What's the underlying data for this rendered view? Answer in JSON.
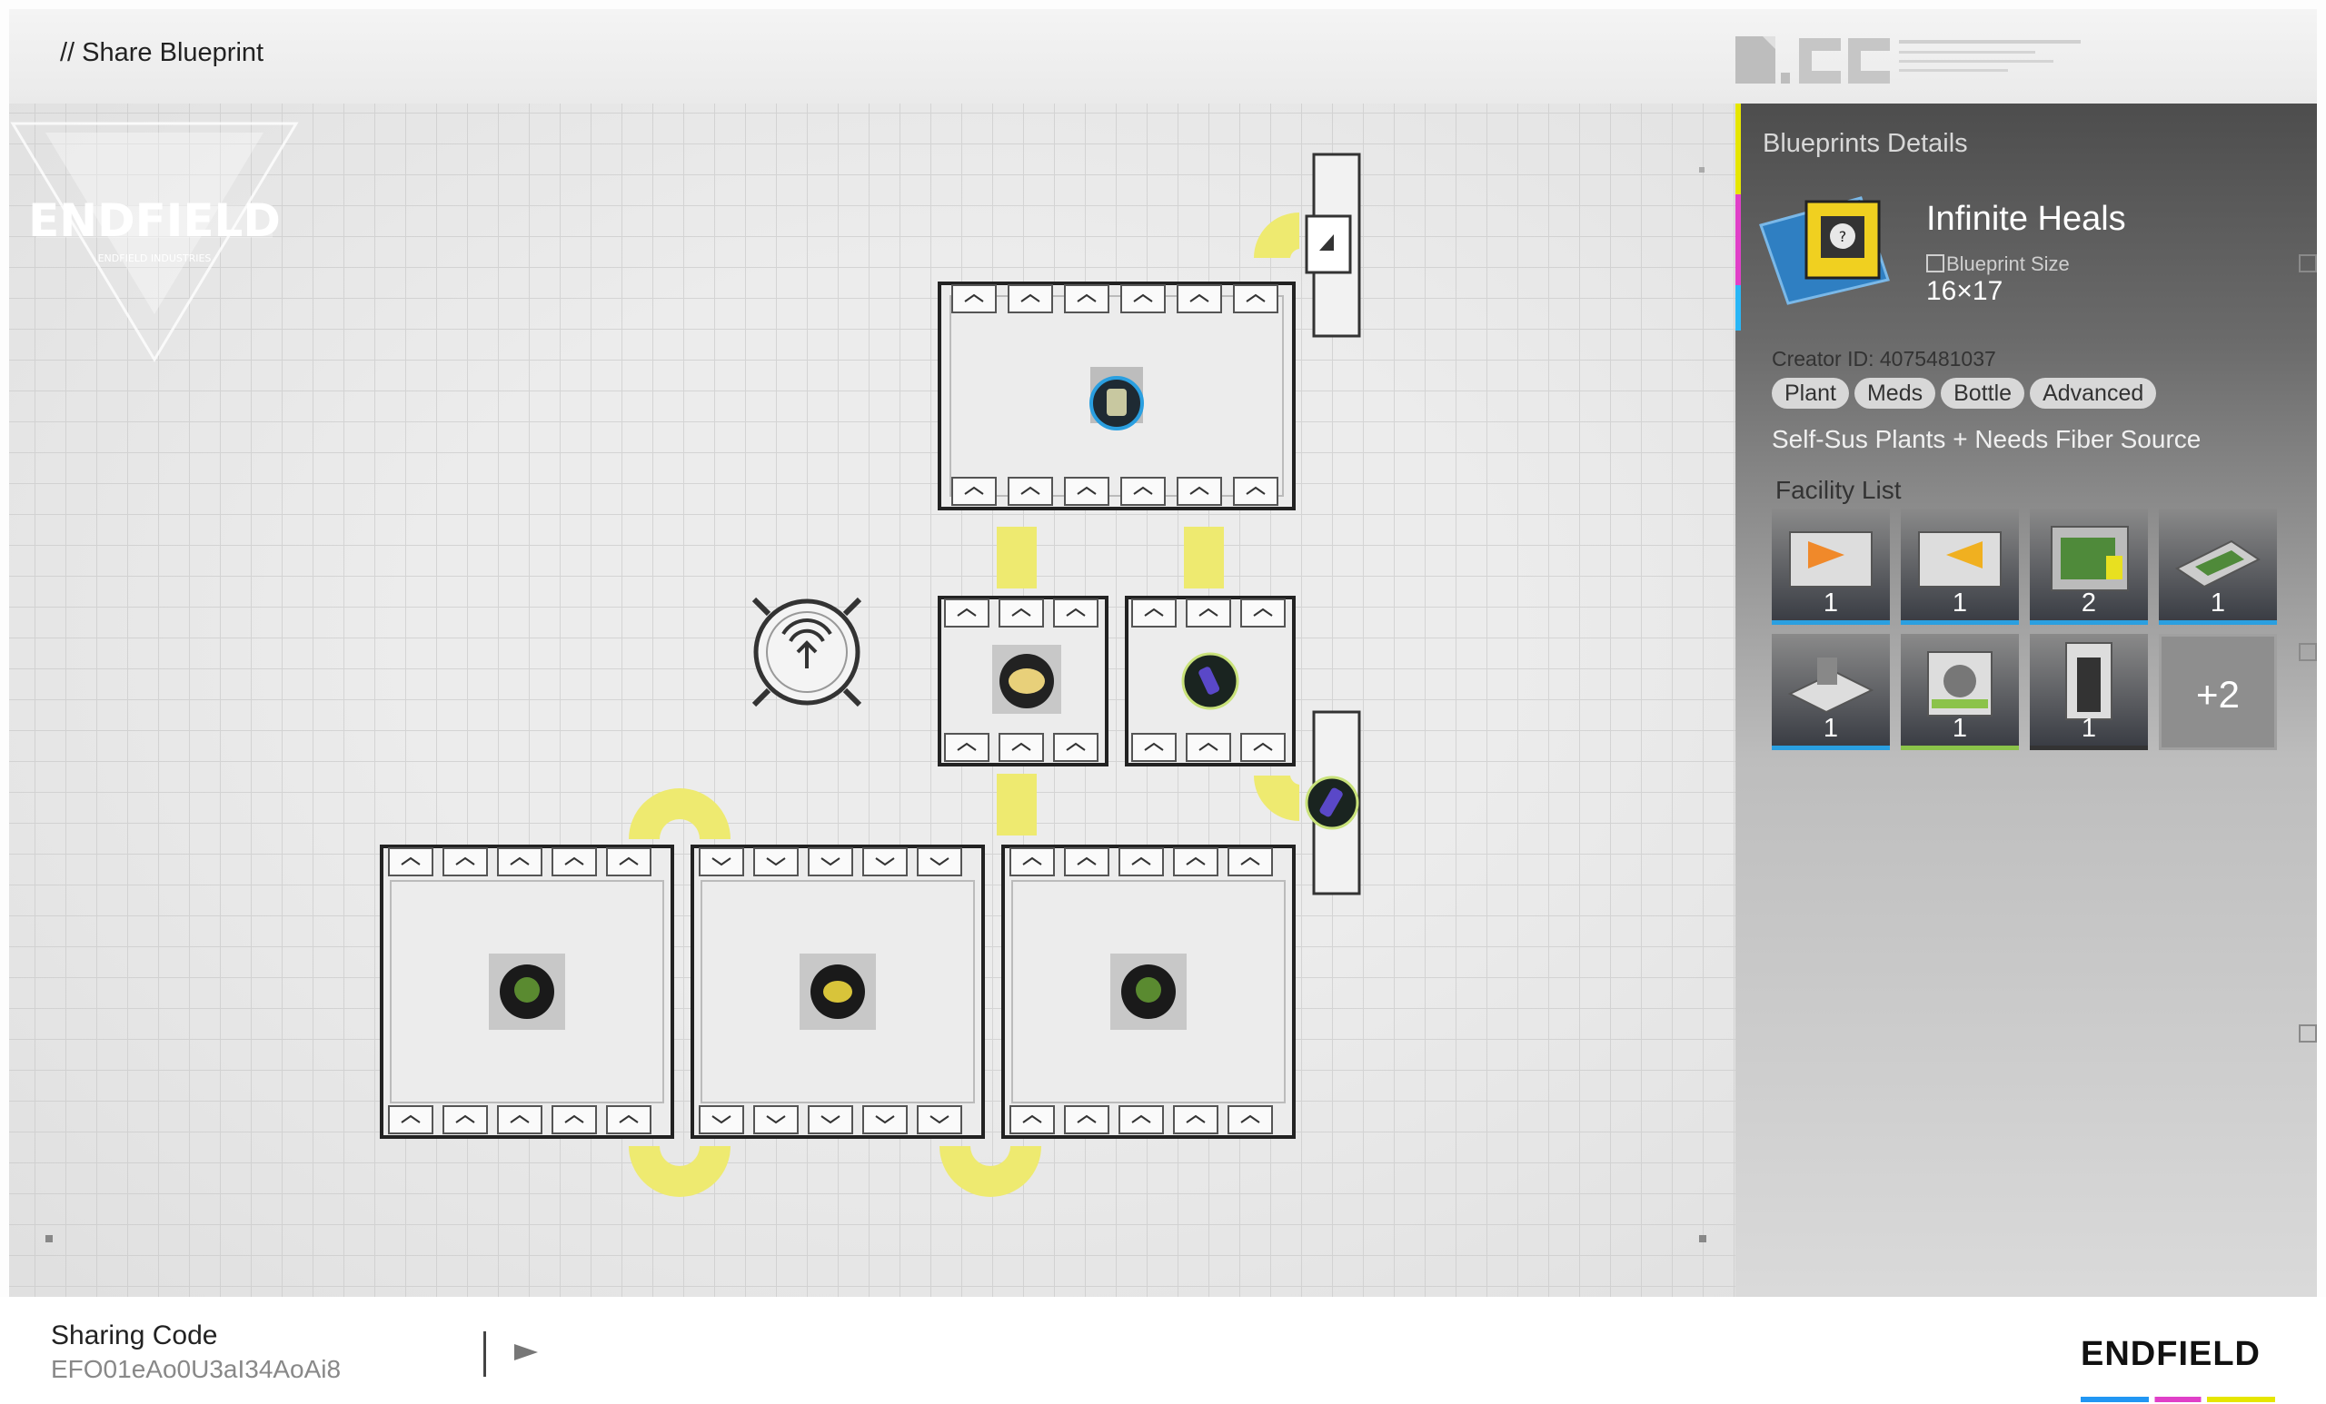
{
  "header": {
    "title": "// Share Blueprint"
  },
  "panel": {
    "heading": "Blueprints Details",
    "name": "Infinite Heals",
    "size_label": "Blueprint Size",
    "size": "16×17",
    "creator": "Creator ID: 4075481037",
    "tags": [
      "Plant",
      "Meds",
      "Bottle",
      "Advanced"
    ],
    "description": "Self-Sus Plants + Needs Fiber Source",
    "facility_title": "Facility List",
    "facilities": [
      {
        "icon": "refinery-orange-icon",
        "count": "1",
        "accent": "#2a9fe0"
      },
      {
        "icon": "refinery-orange-reverse-icon",
        "count": "1",
        "accent": "#2a9fe0"
      },
      {
        "icon": "planter-icon",
        "count": "2",
        "accent": "#2a9fe0"
      },
      {
        "icon": "seed-picker-icon",
        "count": "1",
        "accent": "#2a9fe0"
      },
      {
        "icon": "grinder-icon",
        "count": "1",
        "accent": "#2a9fe0"
      },
      {
        "icon": "filling-unit-icon",
        "count": "1",
        "accent": "#8bc34a"
      },
      {
        "icon": "packaging-unit-icon",
        "count": "1",
        "accent": "#333333"
      }
    ],
    "more": "+2"
  },
  "footer": {
    "share_label": "Sharing Code",
    "share_code": "EFO01eAo0U3aI34AoAi8",
    "brand": "ENDFIELD"
  },
  "colors": {
    "accent_yellow": "#eeea70",
    "accent_blue": "#2a9fe0",
    "accent_magenta": "#e040c8"
  }
}
